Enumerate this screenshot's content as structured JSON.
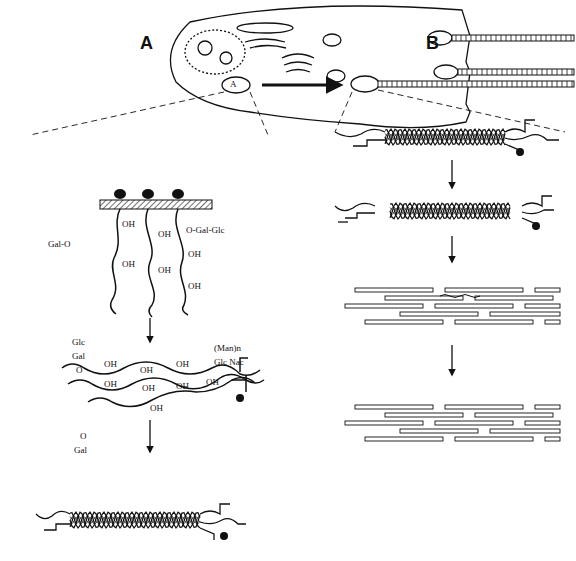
{
  "diagram": {
    "labels": [
      "A",
      "A",
      "B",
      "Gal-O",
      "OH",
      "OH",
      "OH",
      "OH",
      "O-Gal-Glc",
      "OH",
      "OH",
      "Glc",
      "Gal",
      "O",
      "OH",
      "OH",
      "OH",
      "OH",
      "OH",
      "OH",
      "OH",
      "OH",
      "(Man)n",
      "Glc Nac",
      "O",
      "Gal"
    ]
  }
}
